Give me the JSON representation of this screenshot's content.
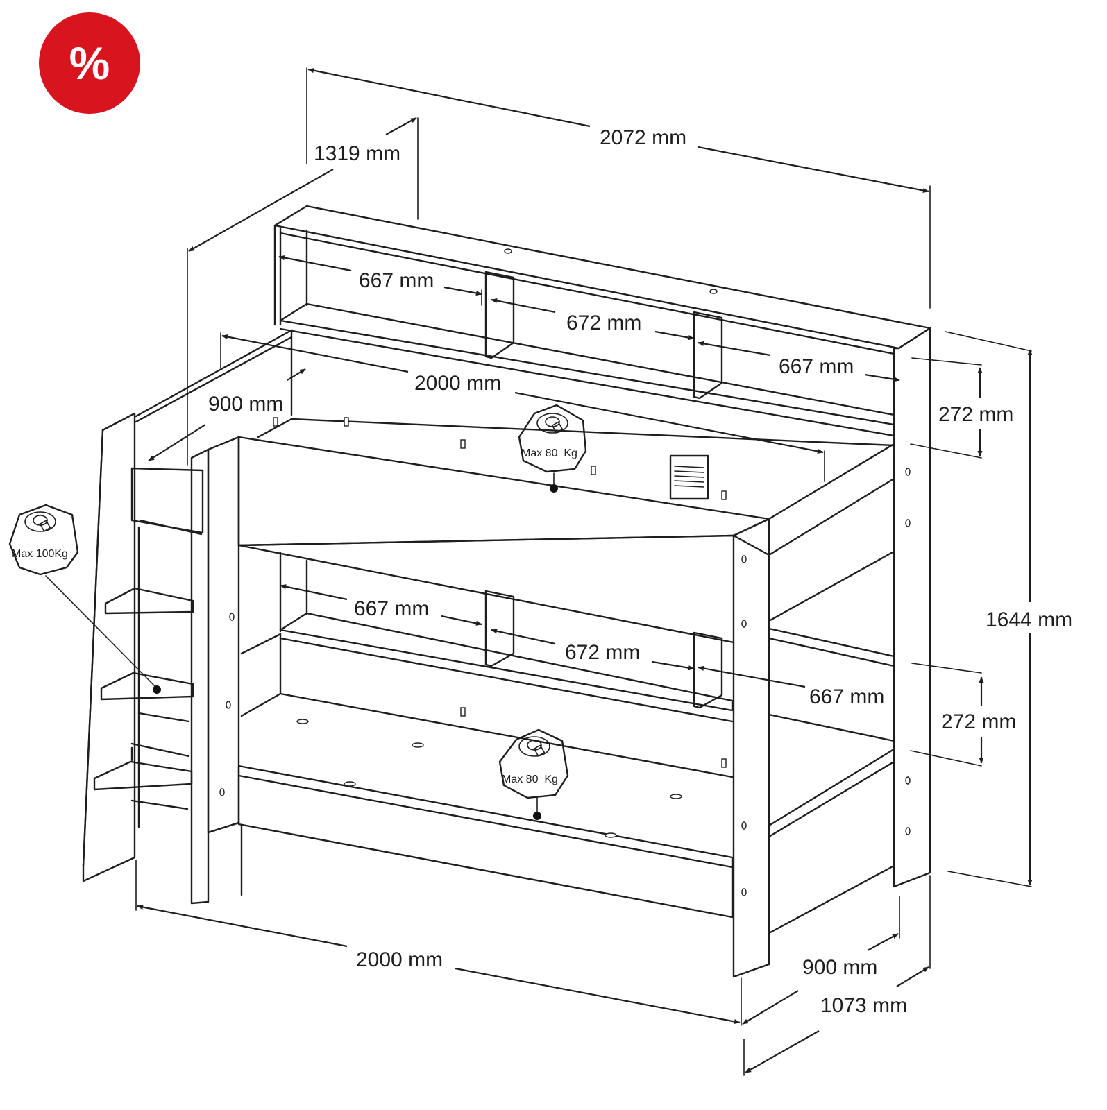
{
  "badge": {
    "text": "%",
    "color": "#d8141e"
  },
  "dimensions": {
    "overall_length": "2072 mm",
    "overall_depth_top": "1319 mm",
    "shelf_top_left": "667 mm",
    "shelf_top_mid": "672 mm",
    "shelf_top_right": "667 mm",
    "mattress_length_top": "2000 mm",
    "mattress_width_top": "900 mm",
    "shelf_height_top": "272 mm",
    "overall_height": "1644 mm",
    "shelf_bottom_left": "667 mm",
    "shelf_bottom_mid": "672 mm",
    "shelf_bottom_right": "667 mm",
    "shelf_height_bottom": "272 mm",
    "mattress_length_bottom": "2000 mm",
    "mattress_width_bottom": "900 mm",
    "overall_width": "1073 mm"
  },
  "weights": {
    "ladder": "Max 100Kg",
    "top_bunk": "Max 80  Kg",
    "bottom_bunk": "Max 80  Kg"
  }
}
